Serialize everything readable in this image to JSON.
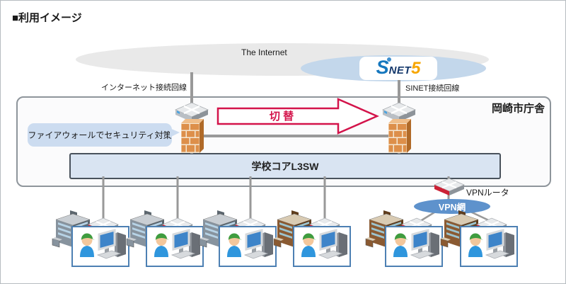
{
  "title": "■利用イメージ",
  "internet_cloud": {
    "label": "The Internet"
  },
  "sinet_cloud": {
    "logo_s": "S",
    "logo_net": "NET",
    "logo_five": "5"
  },
  "connections": {
    "internet_line_label": "インターネット接続回線",
    "sinet_line_label": "SINET接続回線"
  },
  "city_hall": {
    "label": "岡崎市庁舎",
    "switchover_label": "切 替",
    "firewall_note": "ファイアウォールでセキュリティ対策",
    "core_switch_label": "学校コアL3SW"
  },
  "vpn": {
    "router_label": "VPNルータ",
    "network_label": "VPN網"
  },
  "schools": {
    "groups": [
      {
        "building": "gray",
        "connection": "direct"
      },
      {
        "building": "gray",
        "connection": "direct"
      },
      {
        "building": "gray",
        "connection": "direct"
      },
      {
        "building": "brown",
        "connection": "direct"
      },
      {
        "building": "brown",
        "connection": "vpn"
      },
      {
        "building": "brown",
        "connection": "vpn"
      }
    ]
  },
  "colors": {
    "accent_red": "#d3134a",
    "line_gray": "#999999",
    "internet_cloud_gray": "#e9e9e9",
    "sinet_blue": "#c3d7eb",
    "vpn_blue": "#5e92cc",
    "core_switch_fill": "#d9e4f2",
    "school_box_border": "#4d80b3",
    "firewall_orange": "#dd8f4a"
  }
}
